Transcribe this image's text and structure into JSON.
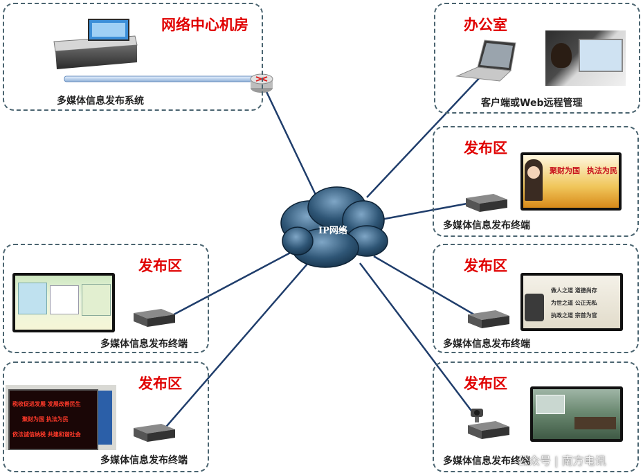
{
  "center": {
    "label": "IP网络"
  },
  "regions": {
    "datacenter": {
      "title": "网络中心机房",
      "caption": "多媒体信息发布系统"
    },
    "office": {
      "title": "办公室",
      "caption": "客户端或Web远程管理"
    },
    "right1": {
      "title": "发布区",
      "caption": "多媒体信息发布终端",
      "screen_text": [
        "聚财为国",
        "执法为民"
      ]
    },
    "right2": {
      "title": "发布区",
      "caption": "多媒体信息发布终端",
      "screen_text": [
        "做人之道  道德尚存",
        "为世之道  公正无私",
        "执政之道  宗首为官"
      ]
    },
    "right3": {
      "title": "发布区",
      "caption": "多媒体信息发布终端"
    },
    "left1": {
      "title": "发布区",
      "caption": "多媒体信息发布终端"
    },
    "left2": {
      "title": "发布区",
      "caption": "多媒体信息发布终端",
      "screen_text": [
        "税收促进发展  发展改善民生",
        "聚财为国  执法为民",
        "依法诚信纳税  共建和谐社会"
      ]
    }
  },
  "watermark": "公众号 | 南方电讯"
}
